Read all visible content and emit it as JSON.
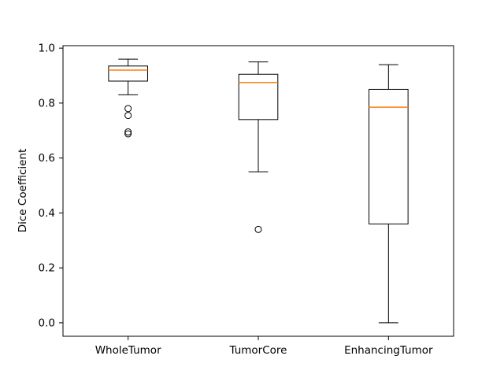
{
  "figure": {
    "background": "#ffffff"
  },
  "chart_data": {
    "type": "boxplot",
    "title": "",
    "xlabel": "",
    "ylabel": "Dice Coefficient",
    "categories": [
      "WholeTumor",
      "TumorCore",
      "EnhancingTumor"
    ],
    "positions": [
      1,
      2,
      3
    ],
    "yticks": [
      0.0,
      0.2,
      0.4,
      0.6,
      0.8,
      1.0
    ],
    "ytick_labels": [
      "0.0",
      "0.2",
      "0.4",
      "0.6",
      "0.8",
      "1.0"
    ],
    "ylim": [
      -0.049,
      1.009
    ],
    "xlim": [
      0.5,
      3.5
    ],
    "box_width": 0.3,
    "cap_width": 0.15,
    "grid": false,
    "colors": {
      "box": "#000000",
      "whisker": "#000000",
      "median": "#ff7f0e",
      "outlier": "#000000",
      "background": "#ffffff"
    },
    "series": [
      {
        "name": "WholeTumor",
        "whisker_low": 0.83,
        "q1": 0.88,
        "median": 0.92,
        "q3": 0.935,
        "whisker_high": 0.96,
        "outliers": [
          0.78,
          0.755,
          0.695,
          0.688
        ]
      },
      {
        "name": "TumorCore",
        "whisker_low": 0.55,
        "q1": 0.74,
        "median": 0.875,
        "q3": 0.905,
        "whisker_high": 0.95,
        "outliers": [
          0.34
        ]
      },
      {
        "name": "EnhancingTumor",
        "whisker_low": 0.0,
        "q1": 0.36,
        "median": 0.785,
        "q3": 0.85,
        "whisker_high": 0.94,
        "outliers": []
      }
    ]
  }
}
